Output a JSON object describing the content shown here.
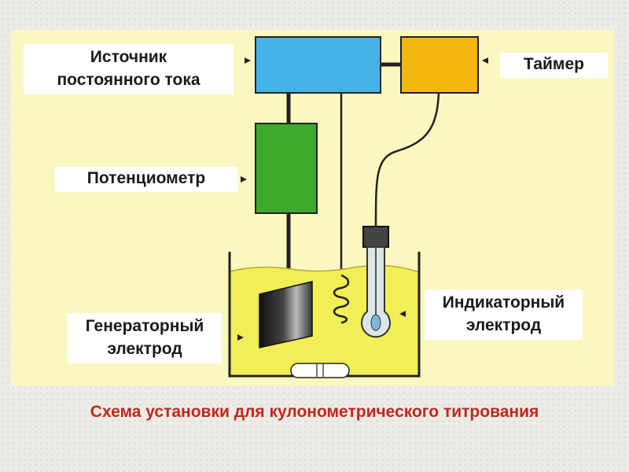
{
  "labels": {
    "source": "Источник\nпостоянного тока",
    "timer": "Таймер",
    "potentiometer": "Потенциометр",
    "indicator_electrode": "Индикаторный\nэлектрод",
    "generator_electrode": "Генераторный\nэлектрод"
  },
  "caption": "Схема установки для кулонометрического титрования",
  "colors": {
    "panel": "#fbf7c0",
    "source_box": "#45b3ea",
    "timer_box": "#f3b70e",
    "potentiometer_box": "#3fa92e",
    "solution": "#f2ee56",
    "caption": "#c0281a"
  }
}
